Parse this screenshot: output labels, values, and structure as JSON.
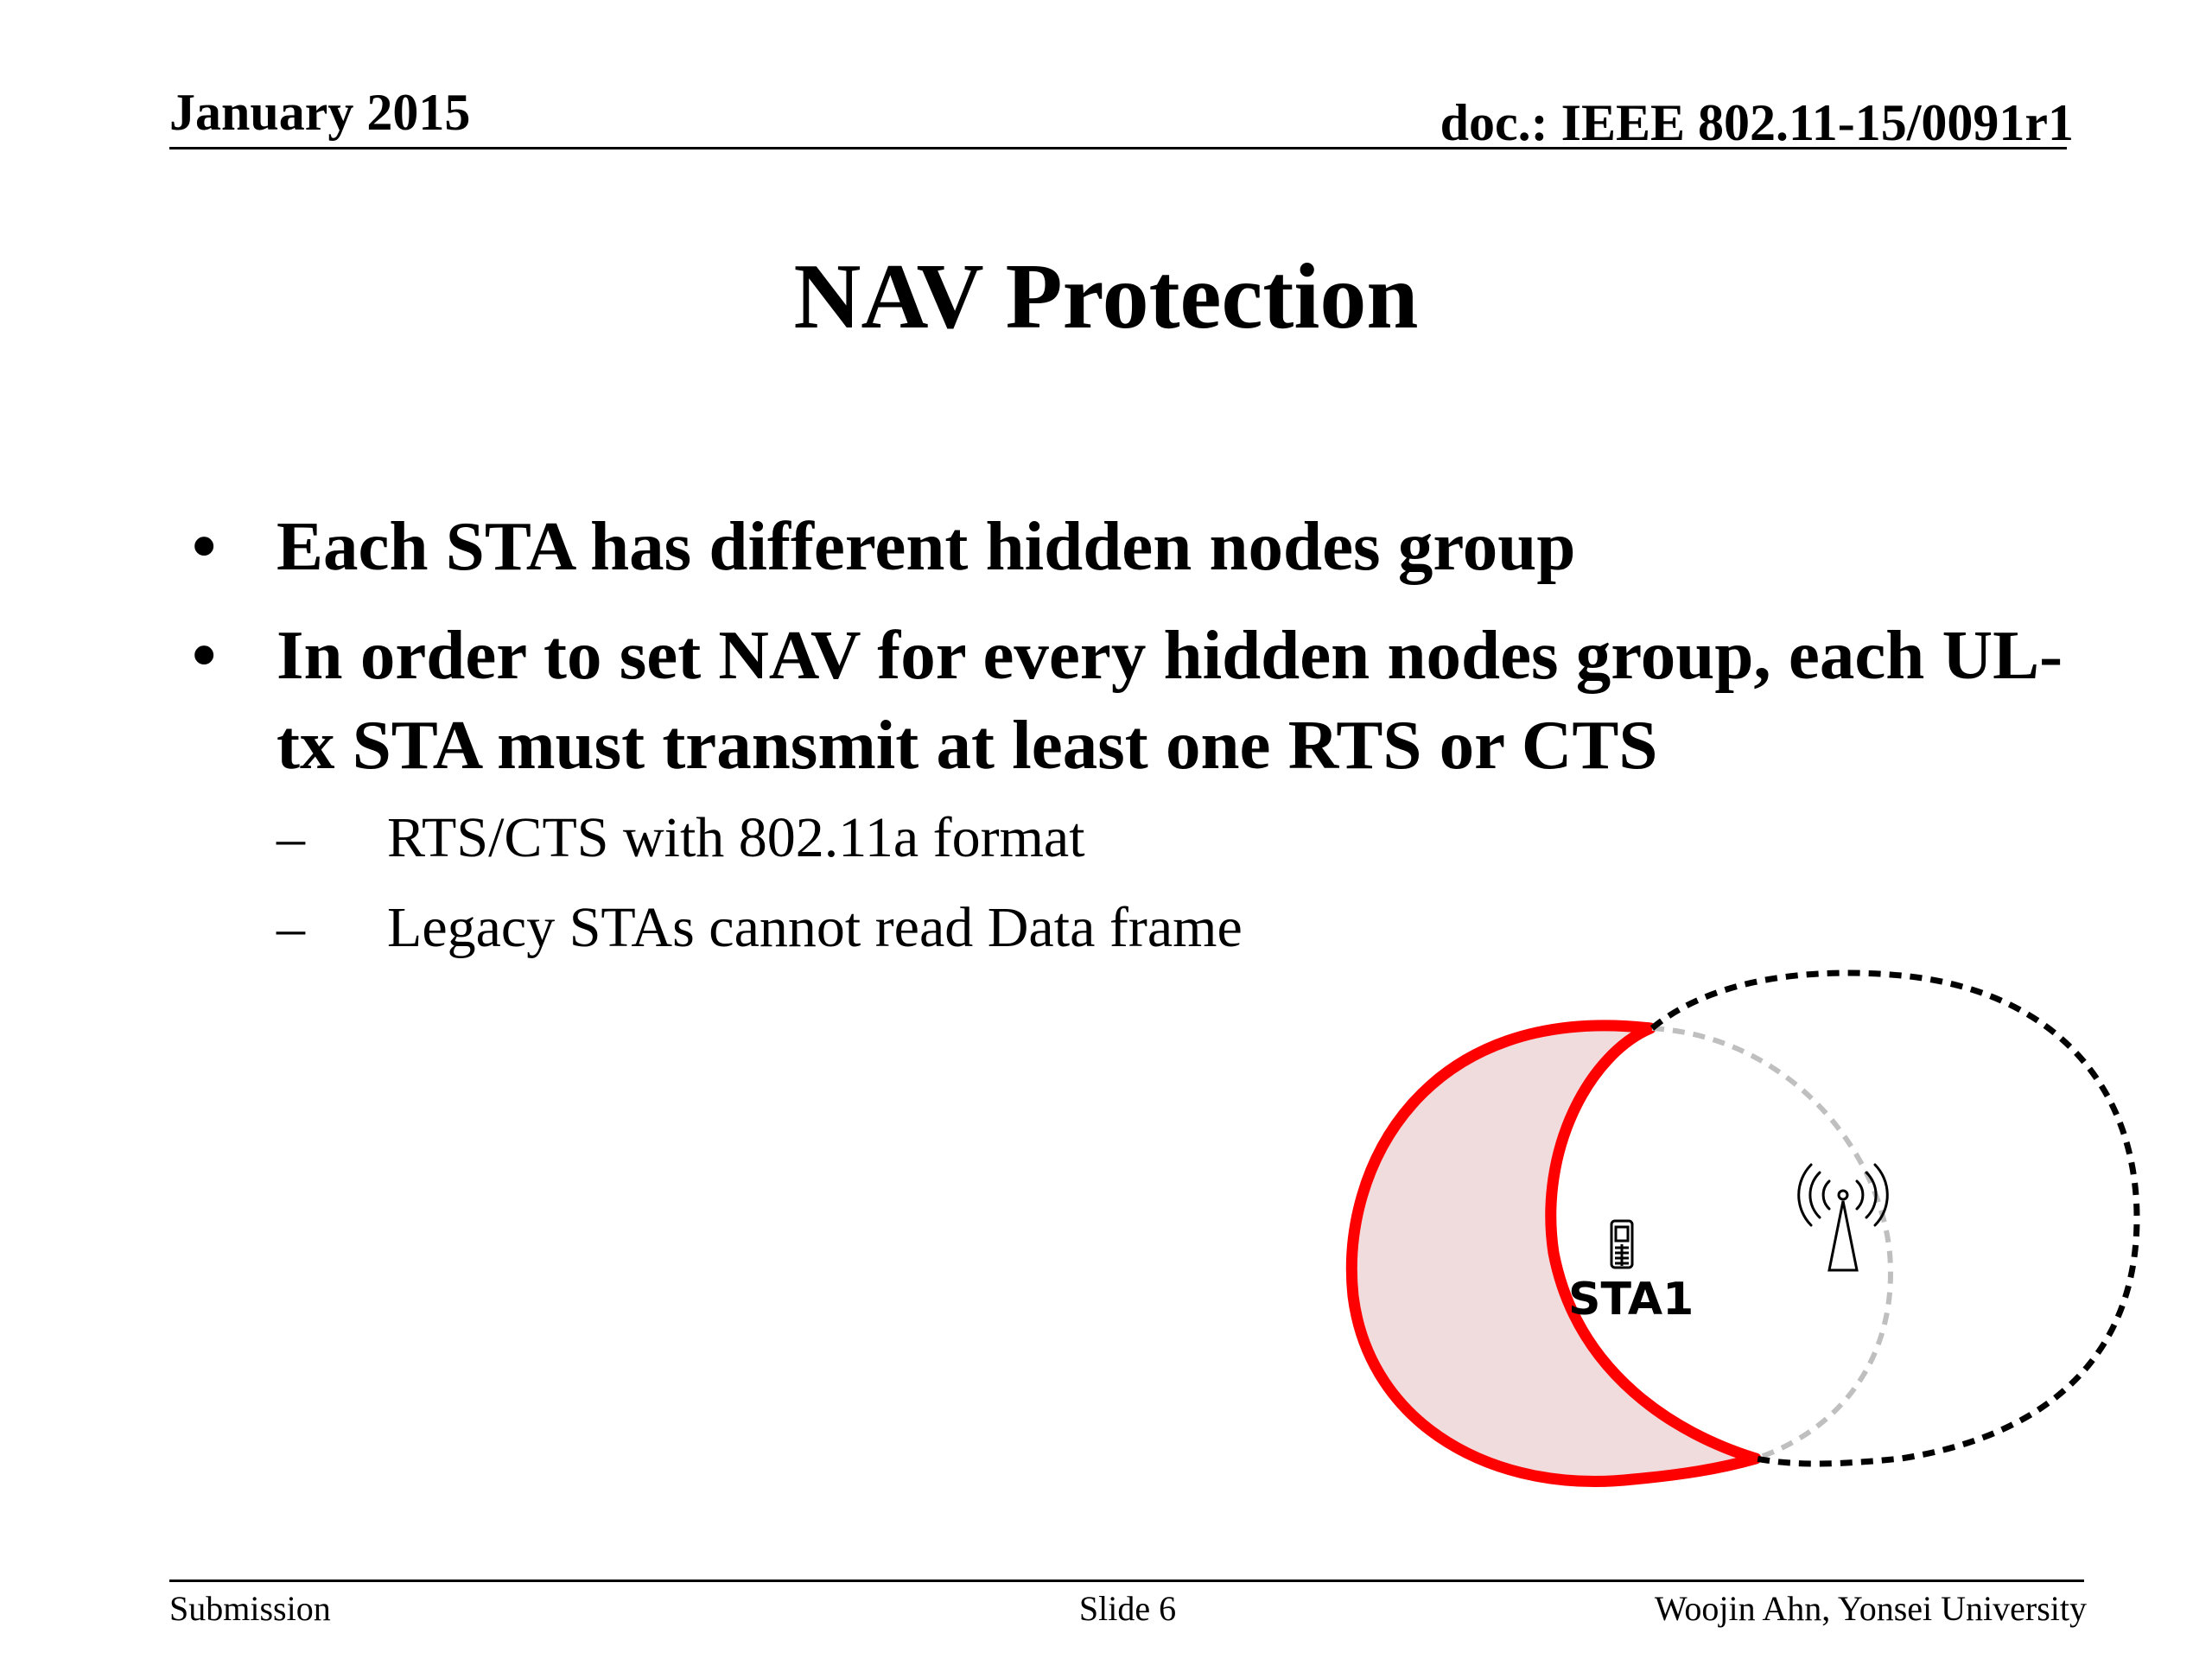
{
  "header": {
    "date": "January 2015",
    "doc_id": "doc.: IEEE 802.11-15/0091r1"
  },
  "slide": {
    "title": "NAV Protection",
    "bullets": [
      {
        "marker": "•",
        "text": "Each STA has different hidden nodes group"
      },
      {
        "marker": "•",
        "text": "In order to set NAV for every hidden nodes group, each UL-tx STA must transmit at least one RTS or CTS",
        "subbullets": [
          {
            "marker": "–",
            "text": "RTS/CTS with 802.11a format"
          },
          {
            "marker": "–",
            "text": "Legacy STAs cannot read Data frame"
          }
        ]
      }
    ]
  },
  "diagram": {
    "station_label": "STA1",
    "icons": [
      "mobile-phone-icon",
      "access-point-antenna-icon"
    ],
    "colors": {
      "hidden_region_fill": "#f0dcdc",
      "hidden_region_stroke": "#ff0000",
      "coverage_outer": "#000000",
      "coverage_inner": "#bfbfbf"
    }
  },
  "footer": {
    "left": "Submission",
    "center": "Slide 6",
    "right": "Woojin Ahn, Yonsei University"
  }
}
